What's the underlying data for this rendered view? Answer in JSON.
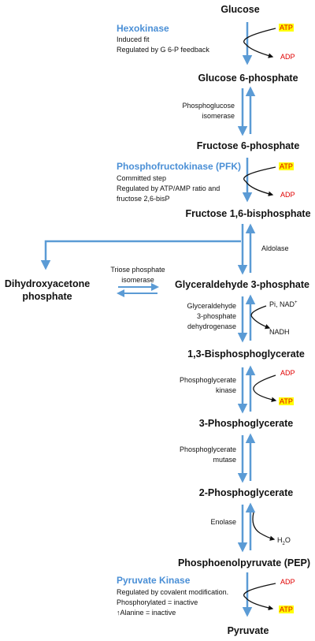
{
  "metabolites": {
    "glucose": "Glucose",
    "g6p": "Glucose 6-phosphate",
    "f6p": "Fructose 6-phosphate",
    "f16bp": "Fructose 1,6-bisphosphate",
    "dhap_line1": "Dihydroxyacetone",
    "dhap_line2": "phosphate",
    "g3p": "Glyceraldehyde 3-phosphate",
    "bpg13": "1,3-Bisphosphoglycerate",
    "pg3": "3-Phosphoglycerate",
    "pg2": "2-Phosphoglycerate",
    "pep": "Phosphoenolpyruvate (PEP)",
    "pyruvate": "Pyruvate"
  },
  "regulated_enzymes": {
    "hexokinase": {
      "name": "Hexokinase",
      "notes": [
        "Induced fit",
        "Regulated by G 6-P feedback"
      ]
    },
    "pfk": {
      "name": "Phosphofructokinase (PFK)",
      "notes": [
        "Committed step",
        "Regulated by ATP/AMP ratio and",
        "fructose 2,6-bisP"
      ]
    },
    "pyruvate_kinase": {
      "name": "Pyruvate Kinase",
      "notes": [
        "Regulated by covalent modification.",
        "Phosphorylated = inactive",
        "Alanine = inactive"
      ],
      "alanine_arrow": "↑"
    }
  },
  "enzymes": {
    "pgi": [
      "Phosphoglucose",
      "isomerase"
    ],
    "aldolase": "Aldolase",
    "tpi": [
      "Triose phosphate",
      "isomerase"
    ],
    "gapdh": [
      "Glyceraldehyde",
      "3-phosphate",
      "dehydrogenase"
    ],
    "pgk": [
      "Phosphoglycerate",
      "kinase"
    ],
    "pgm": [
      "Phosphoglycerate",
      "mutase"
    ],
    "enolase": "Enolase"
  },
  "cofactors": {
    "atp": "ATP",
    "adp": "ADP",
    "pi_nad": "Pi, NAD",
    "nad_sup": "+",
    "nadh": "NADH",
    "h2o_h": "H",
    "h2o_sub": "2",
    "h2o_o": "O"
  },
  "colors": {
    "arrow": "#5b9bd5",
    "enzyme_title": "#4a8fd6",
    "atp_highlight": "#ffff00",
    "cofactor_red": "#e00000"
  }
}
